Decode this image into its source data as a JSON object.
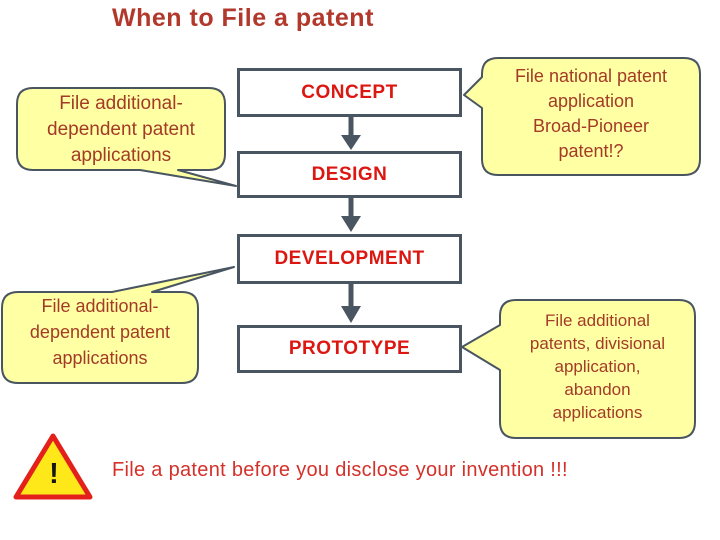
{
  "slide": {
    "title": "When to File a patent",
    "flow_steps": [
      {
        "label": "CONCEPT"
      },
      {
        "label": "DESIGN"
      },
      {
        "label": "DEVELOPMENT"
      },
      {
        "label": "PROTOTYPE"
      }
    ],
    "callouts": {
      "top_left": {
        "text": "File additional-\ndependent patent\napplications"
      },
      "mid_left": {
        "text": "File additional-\ndependent patent\napplications"
      },
      "top_right": {
        "text": "File national patent\napplication\nBroad-Pioneer\npatent!?"
      },
      "bottom_right": {
        "text": "File additional\npatents, divisional\napplication,\nabandon\napplications"
      }
    },
    "footer": {
      "warning_symbol": "!",
      "message": "File a patent before you disclose your invention !!!"
    },
    "colors": {
      "title_red": "#b2382c",
      "box_label_red": "#dc1712",
      "outline_gray": "#4a5562",
      "callout_fill": "#ffffa3",
      "callout_text": "#a33b28",
      "footer_red": "#d4312b",
      "warning_fill": "#ffe81a",
      "warning_border": "#e3201b"
    }
  }
}
